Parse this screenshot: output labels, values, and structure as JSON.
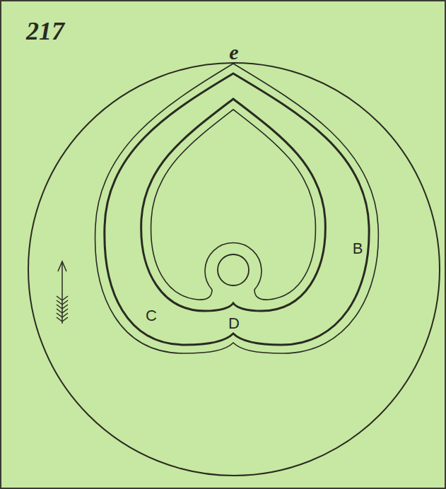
{
  "diagram": {
    "labels": [
      "217",
      "e",
      "B",
      "C",
      "D"
    ]
  }
}
